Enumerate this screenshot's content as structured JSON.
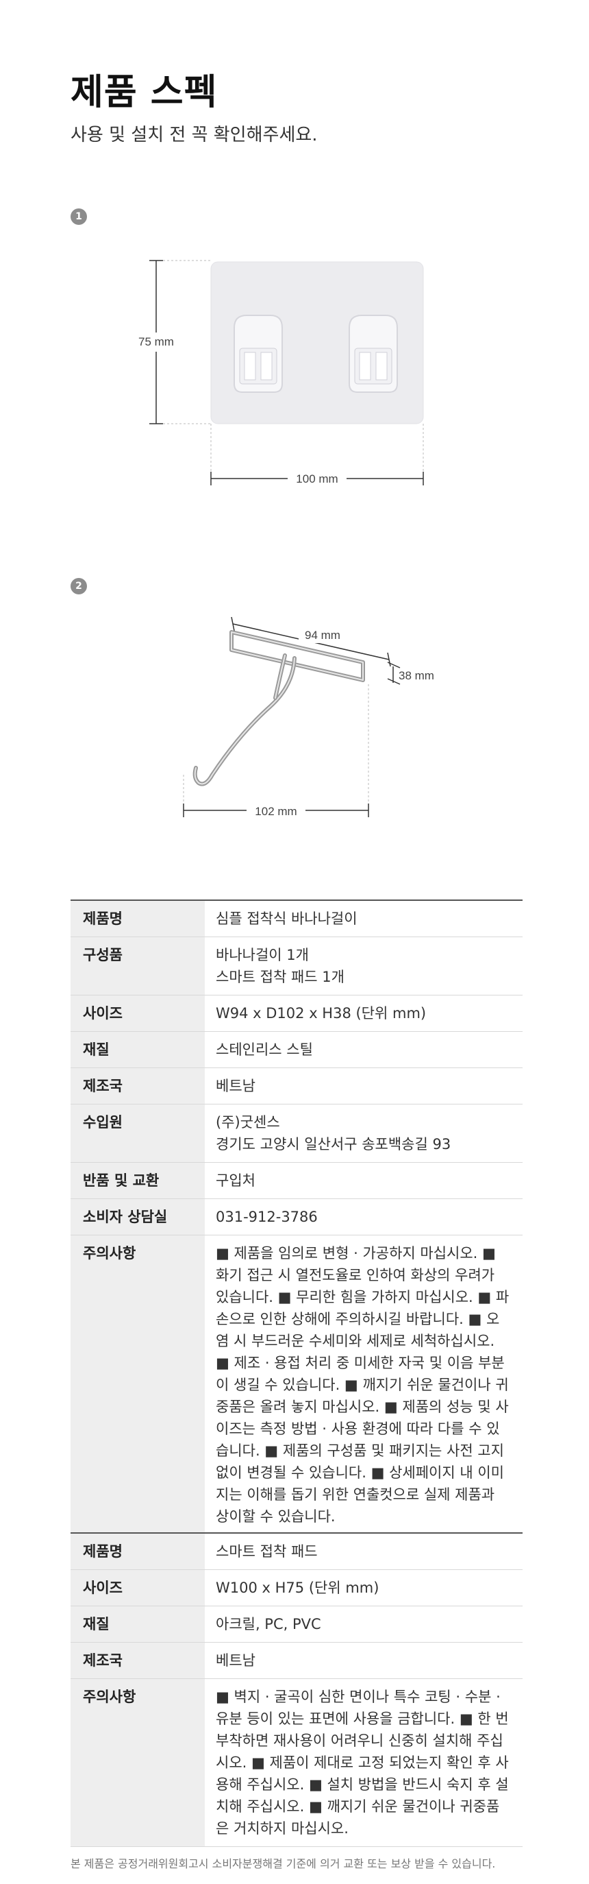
{
  "header": {
    "title": "제품 스펙",
    "subtitle": "사용 및 설치 전 꼭 확인해주세요."
  },
  "step1": {
    "badge": "1",
    "height_label": "75 mm",
    "width_label": "100 mm"
  },
  "step2": {
    "badge": "2",
    "width_label": "94 mm",
    "height_label": "38 mm",
    "depth_label": "102 mm"
  },
  "table1": {
    "rows": [
      {
        "label": "제품명",
        "lines": [
          "심플 접착식 바나나걸이"
        ]
      },
      {
        "label": "구성품",
        "lines": [
          "바나나걸이 1개",
          "스마트 접착 패드 1개"
        ]
      },
      {
        "label": "사이즈",
        "lines": [
          "W94 x D102 x H38 (단위 mm)"
        ]
      },
      {
        "label": "재질",
        "lines": [
          "스테인리스 스틸"
        ]
      },
      {
        "label": "제조국",
        "lines": [
          "베트남"
        ]
      },
      {
        "label": "수입원",
        "lines": [
          "(주)굿센스",
          "경기도 고양시 일산서구 송포백송길 93"
        ]
      },
      {
        "label": "반품 및 교환",
        "lines": [
          "구입처"
        ]
      },
      {
        "label": "소비자 상담실",
        "lines": [
          "031-912-3786"
        ]
      },
      {
        "label": "주의사항",
        "lines": [
          "■ 제품을 임의로 변형 · 가공하지 마십시오. ■ 화기 접근 시 열전도율로 인하여 화상의 우려가 있습니다. ■ 무리한 힘을 가하지 마십시오. ■ 파손으로 인한 상해에 주의하시길 바랍니다. ■ 오염 시 부드러운 수세미와 세제로 세척하십시오. ■ 제조 · 용접 처리 중 미세한 자국 및 이음 부분이 생길 수 있습니다. ■ 깨지기 쉬운 물건이나 귀중품은 올려 놓지 마십시오. ■ 제품의 성능 및 사이즈는 측정 방법 · 사용 환경에 따라 다를 수 있습니다. ■ 제품의 구성품 및 패키지는 사전 고지 없이 변경될 수 있습니다. ■ 상세페이지 내 이미지는 이해를 돕기 위한 연출컷으로 실제 제품과 상이할 수 있습니다."
        ]
      }
    ]
  },
  "table2": {
    "rows": [
      {
        "label": "제품명",
        "lines": [
          "스마트 접착 패드"
        ]
      },
      {
        "label": "사이즈",
        "lines": [
          "W100 x H75 (단위 mm)"
        ]
      },
      {
        "label": "재질",
        "lines": [
          "아크릴, PC, PVC"
        ]
      },
      {
        "label": "제조국",
        "lines": [
          "베트남"
        ]
      },
      {
        "label": "주의사항",
        "lines": [
          "■ 벽지 · 굴곡이 심한 면이나 특수 코팅 · 수분 · 유분 등이 있는 표면에 사용을 금합니다. ■ 한 번 부착하면 재사용이 어려우니 신중히 설치해 주십시오. ■ 제품이 제대로 고정 되었는지 확인 후 사용해 주십시오. ■ 설치 방법을 반드시 숙지 후 설치해 주십시오. ■ 깨지기 쉬운 물건이나 귀중품은 거치하지 마십시오."
        ]
      }
    ]
  },
  "footer": {
    "note": "본 제품은 공정거래위원회고시 소비자분쟁해결 기준에 의거 교환 또는 보상 받을 수 있습니다."
  }
}
